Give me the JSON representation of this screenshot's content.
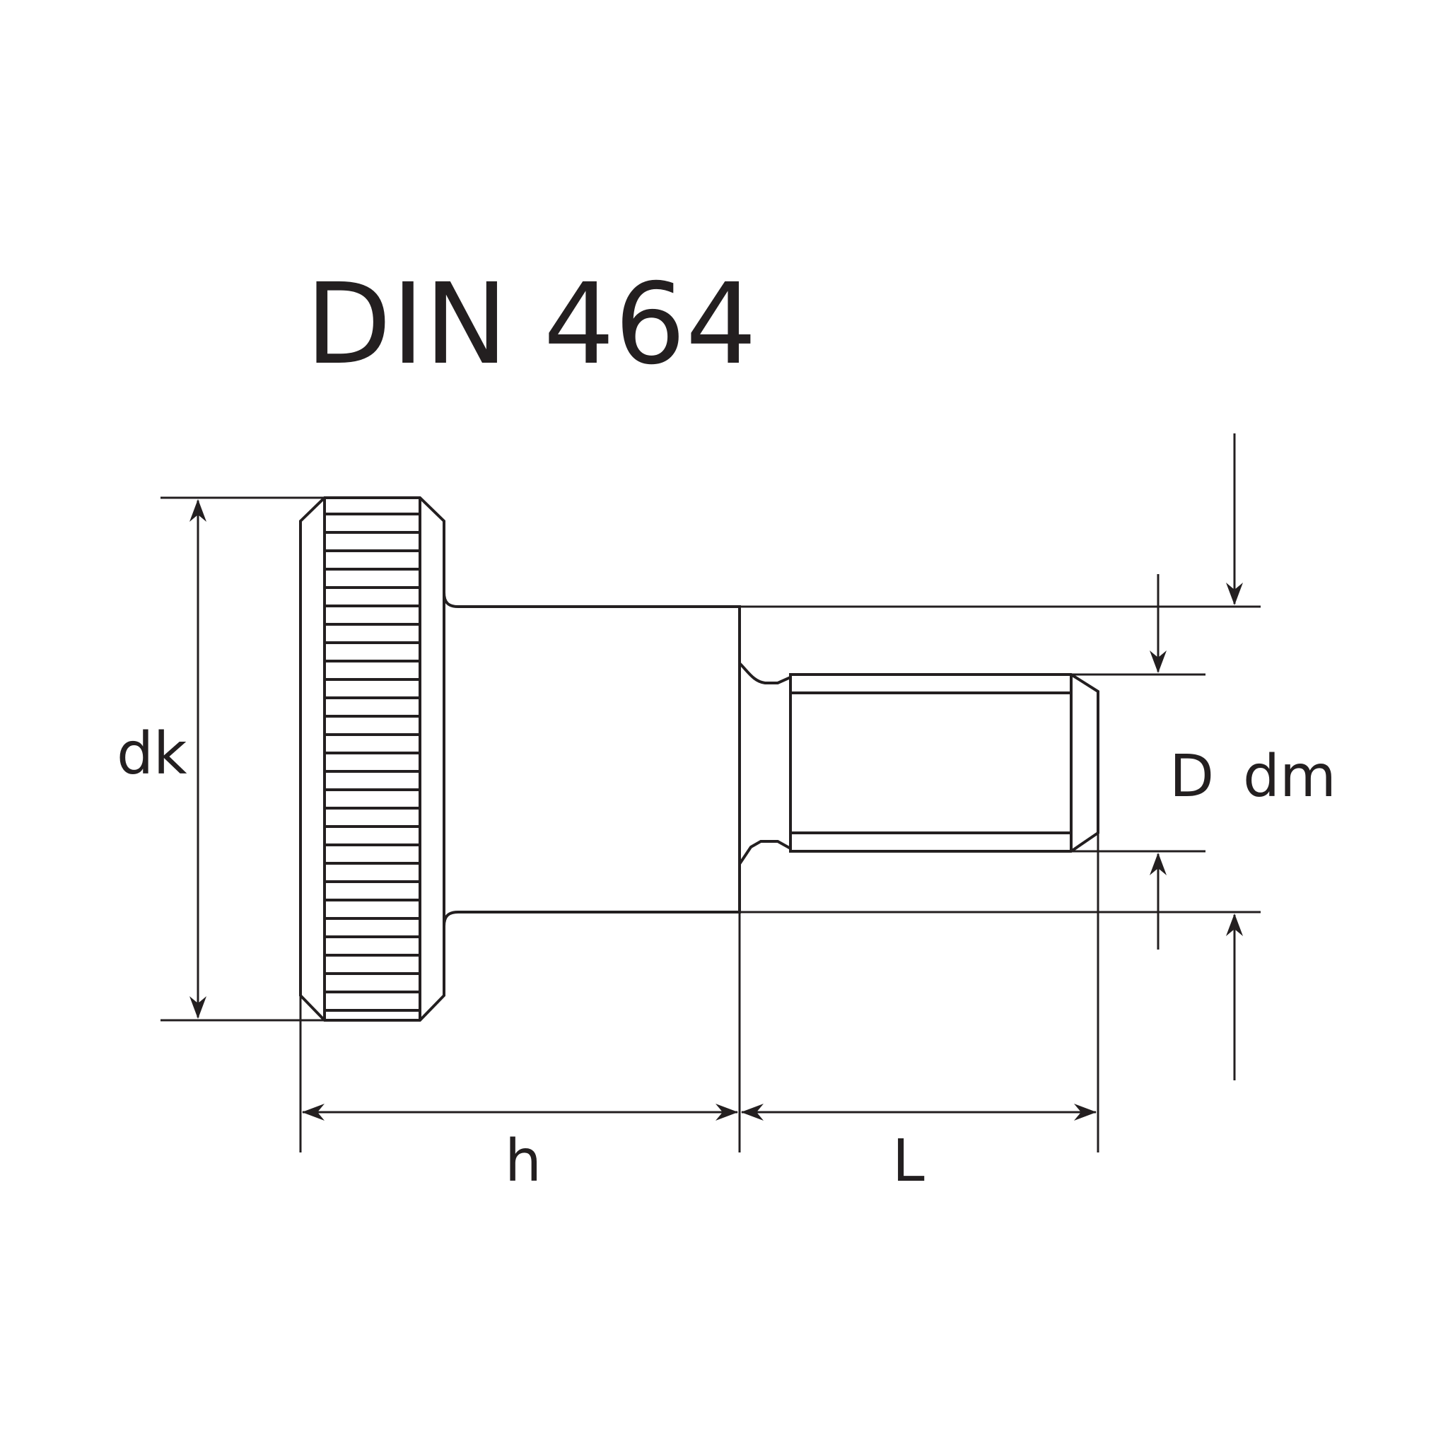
{
  "title": "DIN 464",
  "labels": {
    "dk": "dk",
    "h": "h",
    "L": "L",
    "D": "D",
    "dm": "dm"
  },
  "colors": {
    "ink": "#231f20",
    "background": "#ffffff"
  }
}
